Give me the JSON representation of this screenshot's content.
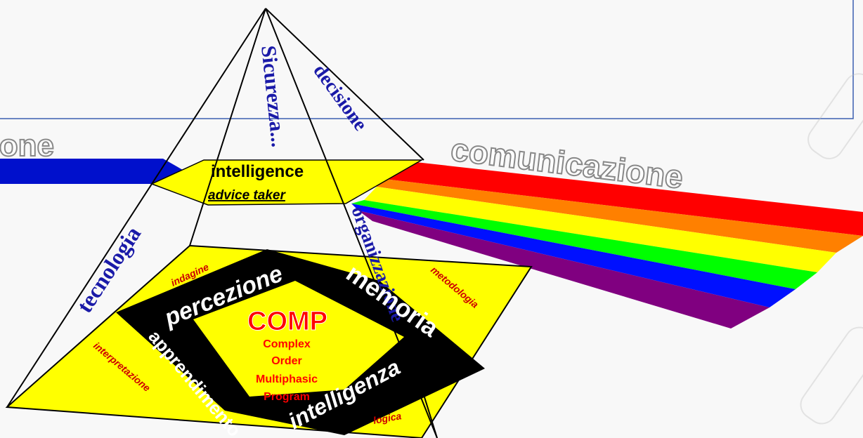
{
  "colors": {
    "pyramid_fill": "#ffff00",
    "ring_fill": "#000000",
    "edge_label": "#1a1aa8",
    "comp_red": "#ff0000",
    "beam_blue": "#0010cc",
    "rainbow": [
      "#ff0000",
      "#ff8000",
      "#ffff00",
      "#00ff00",
      "#0010ff",
      "#800080"
    ]
  },
  "edges": {
    "sicurezza": "Sicurezza...",
    "decisione": "decisione",
    "tecnologia": "tecnologia",
    "organizzazione": "organizzazione"
  },
  "apex": {
    "title": "intelligence",
    "subtitle": "advice taker"
  },
  "beam": {
    "left_label": "azione",
    "right_label": "comunicazione"
  },
  "ring": {
    "top": "percezione",
    "right": "memoria",
    "bottom": "intelligenza",
    "left": "apprendimento"
  },
  "corners": {
    "top": "indagine",
    "right": "metodologia",
    "bottom": "logica",
    "left": "interpretazione"
  },
  "comp": {
    "title": "COMP",
    "lines": [
      "Complex",
      "Order",
      "Multiphasic",
      "Program"
    ]
  }
}
